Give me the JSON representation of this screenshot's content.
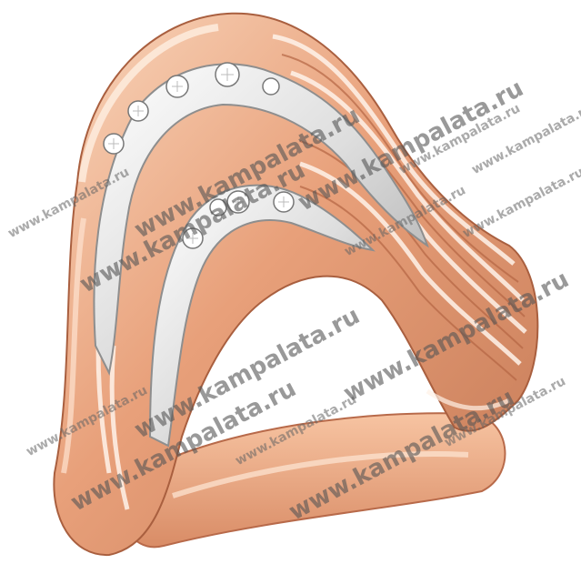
{
  "product_photo": {
    "subject": "ring",
    "colors": {
      "rose_gold_light": "#f6c9a8",
      "rose_gold_mid": "#e59a72",
      "rose_gold_dark": "#b86a4a",
      "white_gold_light": "#fbfbfb",
      "white_gold_mid": "#d5d5d5",
      "white_gold_dark": "#9a9a9a",
      "background": "#ffffff"
    }
  },
  "watermarks": [
    {
      "text": "www.kampalata.ru",
      "size": "small"
    },
    {
      "text": "www.kampalata.ru",
      "size": "big"
    },
    {
      "text": "www.kampalata.ru",
      "size": "big"
    },
    {
      "text": "www.kampalata.ru",
      "size": "small"
    },
    {
      "text": "www.kampalata.ru",
      "size": "small"
    },
    {
      "text": "www.kampalata.ru",
      "size": "big"
    },
    {
      "text": "www.kampalata.ru",
      "size": "big"
    },
    {
      "text": "www.kampalata.ru",
      "size": "small"
    },
    {
      "text": "www.kampalata.ru",
      "size": "small"
    },
    {
      "text": "www.kampalata.ru",
      "size": "small"
    },
    {
      "text": "www.kampalata.ru",
      "size": "big"
    },
    {
      "text": "www.kampalata.ru",
      "size": "big"
    },
    {
      "text": "www.kampalata.ru",
      "size": "small"
    },
    {
      "text": "www.kampalata.ru",
      "size": "big"
    },
    {
      "text": "www.kampalata.ru",
      "size": "small"
    }
  ]
}
